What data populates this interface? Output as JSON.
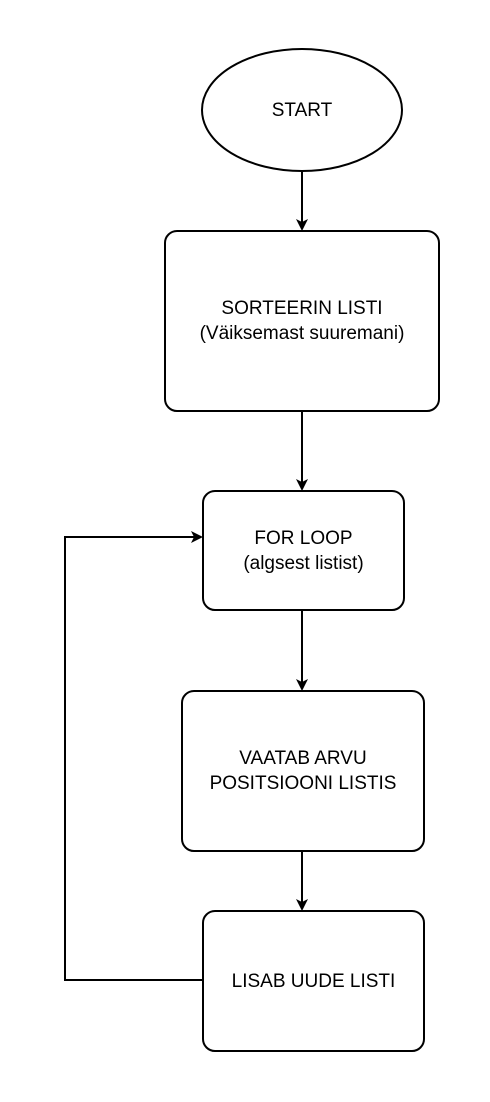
{
  "diagram": {
    "nodes": {
      "start": {
        "label": "START"
      },
      "sort": {
        "line1": "SORTEERIN LISTI",
        "line2": "(Väiksemast suuremani)"
      },
      "for_loop": {
        "line1": "FOR LOOP",
        "line2": "(algsest listist)"
      },
      "check_position": {
        "line1": "VAATAB ARVU",
        "line2": "POSITSIOONI LISTIS"
      },
      "add_to_list": {
        "label": "LISAB UUDE LISTI"
      }
    },
    "colors": {
      "stroke": "#000000",
      "fill": "#ffffff"
    }
  }
}
